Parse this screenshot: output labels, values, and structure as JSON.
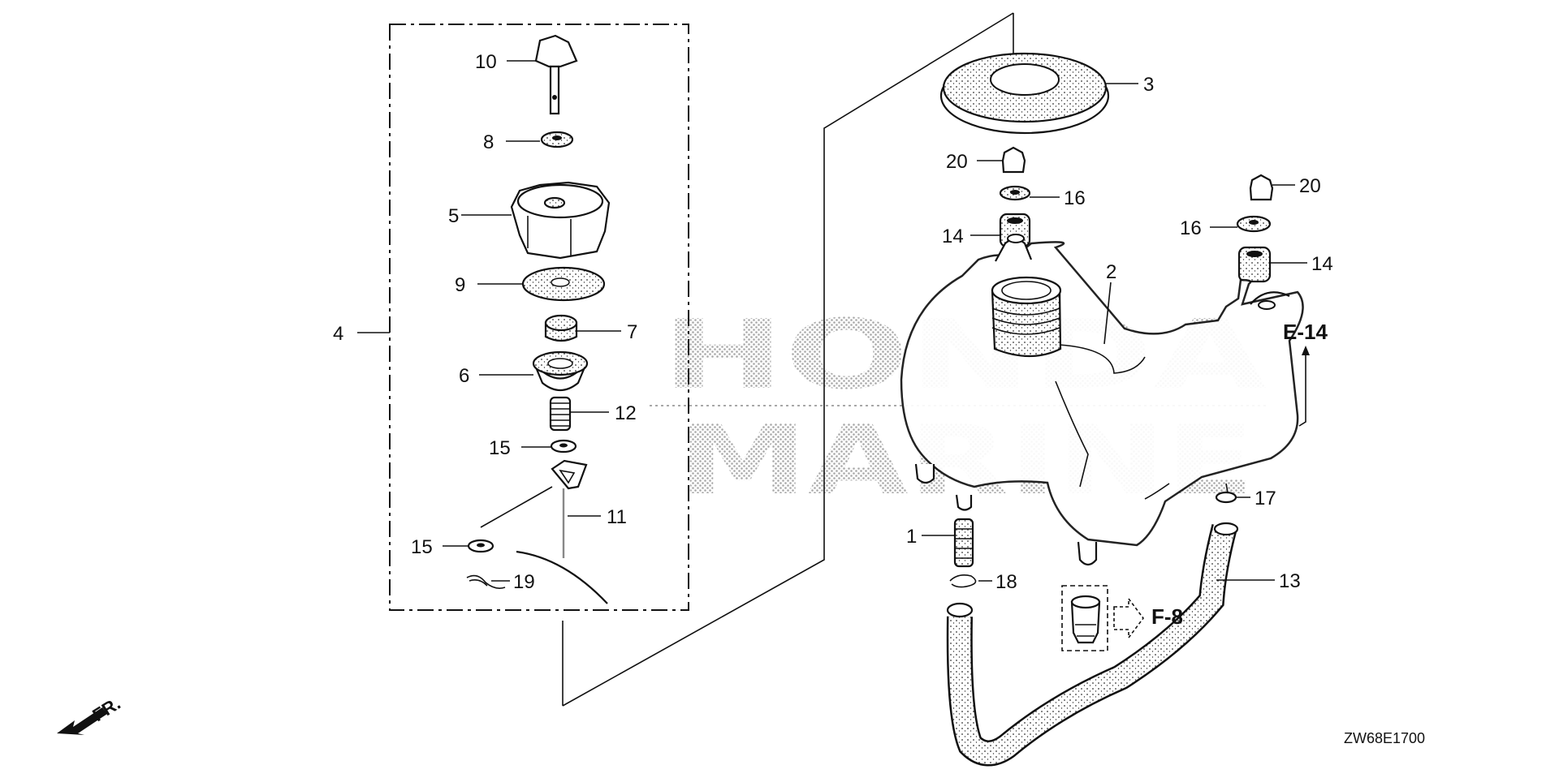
{
  "callouts": {
    "c1": "1",
    "c2": "2",
    "c3": "3",
    "c4": "4",
    "c5": "5",
    "c6": "6",
    "c7": "7",
    "c8": "8",
    "c9": "9",
    "c10": "10",
    "c11": "11",
    "c12": "12",
    "c13": "13",
    "c14a": "14",
    "c14b": "14",
    "c15a": "15",
    "c15b": "15",
    "c16a": "16",
    "c16b": "16",
    "c17": "17",
    "c18": "18",
    "c19": "19",
    "c20a": "20",
    "c20b": "20"
  },
  "references": {
    "e14": "E-14",
    "f8": "F-8"
  },
  "front_marker": "FR.",
  "diagram_code": "ZW68E1700",
  "watermark": {
    "line1": "HONDA",
    "line2": "MARINE"
  },
  "icons": {
    "front": "front-arrow-icon",
    "ref_arrow": "reference-arrow-icon"
  }
}
